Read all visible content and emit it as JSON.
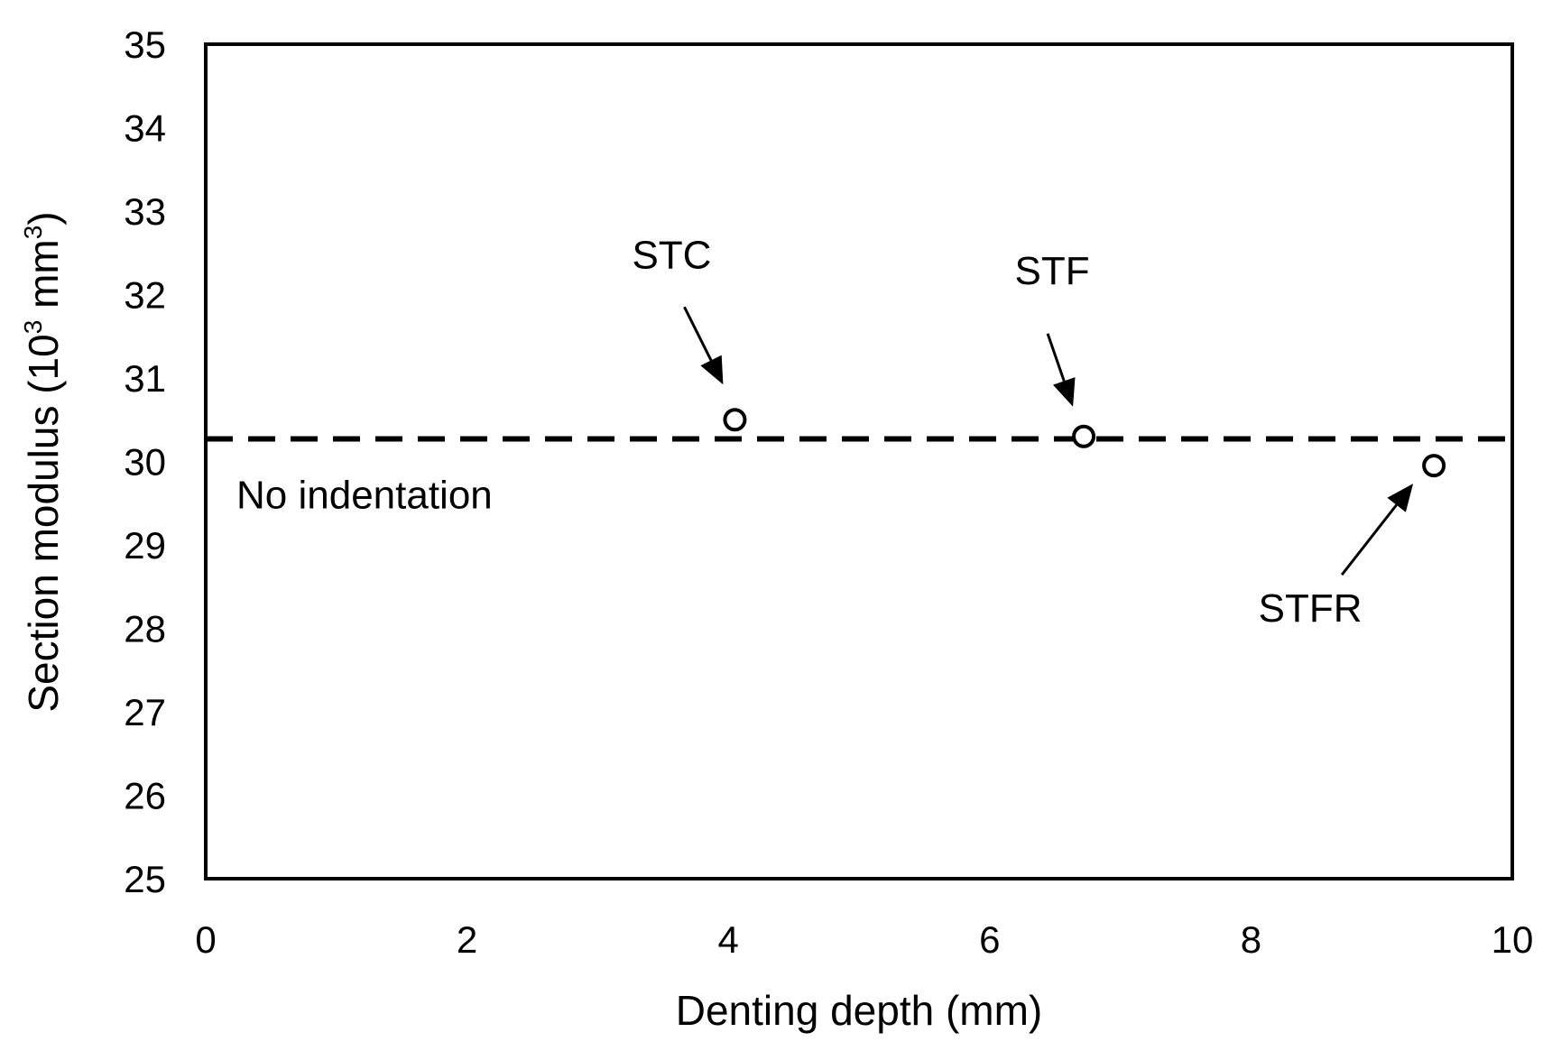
{
  "chart_data": {
    "type": "scatter",
    "xlabel": "Denting depth (mm)",
    "ylabel": {
      "prefix": "Section modulus (10",
      "exp1": "3",
      "mid": " mm",
      "exp2": "3",
      "suffix": ")"
    },
    "xlim": [
      0,
      10
    ],
    "ylim": [
      25,
      35
    ],
    "x_ticks": [
      "0",
      "2",
      "4",
      "6",
      "8",
      "10"
    ],
    "y_ticks": [
      "25",
      "26",
      "27",
      "28",
      "29",
      "30",
      "31",
      "32",
      "33",
      "34",
      "35"
    ],
    "grid": false,
    "points": [
      {
        "label": "STC",
        "x": 4.05,
        "y": 30.5
      },
      {
        "label": "STF",
        "x": 6.72,
        "y": 30.3
      },
      {
        "label": "STFR",
        "x": 9.4,
        "y": 29.95
      }
    ],
    "reference_line": {
      "label": "No indentation",
      "y": 30.27,
      "style": "dashed"
    },
    "colors": {
      "ink": "#000000",
      "marker_fill": "#ffffff"
    }
  }
}
